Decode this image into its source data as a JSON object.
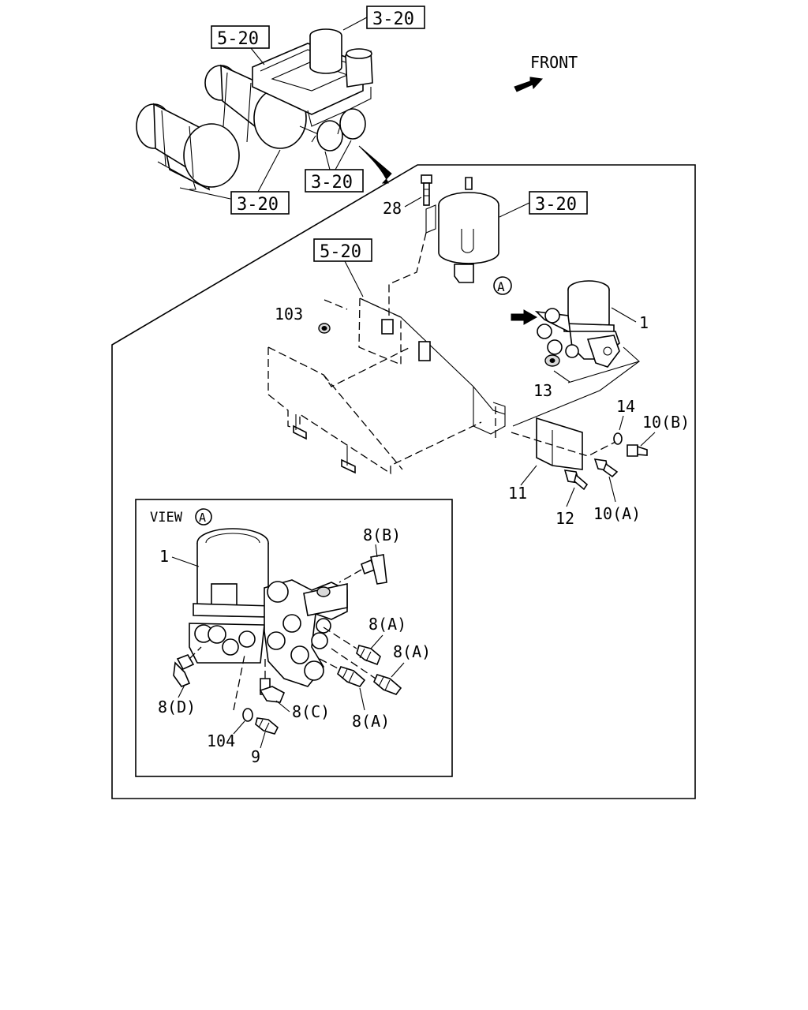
{
  "header": {
    "front_label": "FRONT"
  },
  "ref_boxes": {
    "tank_top": "3-20",
    "bracket_top": "5-20",
    "tanks_left": "3-20",
    "tanks_lower": "3-20",
    "filter": "3-20",
    "bracket_mid": "5-20"
  },
  "callouts": {
    "p28": "28",
    "p103": "103",
    "view_mark_a": "A",
    "p1_main": "1",
    "p13": "13",
    "p14": "14",
    "p10b": "10(B)",
    "p11": "11",
    "p12": "12",
    "p10a": "10(A)"
  },
  "inset": {
    "title": "VIEW",
    "title_mark": "A",
    "p1": "1",
    "p8b": "8(B)",
    "p8a_1": "8(A)",
    "p8a_2": "8(A)",
    "p8a_3": "8(A)",
    "p8d": "8(D)",
    "p8c": "8(C)",
    "p104": "104",
    "p9": "9"
  }
}
